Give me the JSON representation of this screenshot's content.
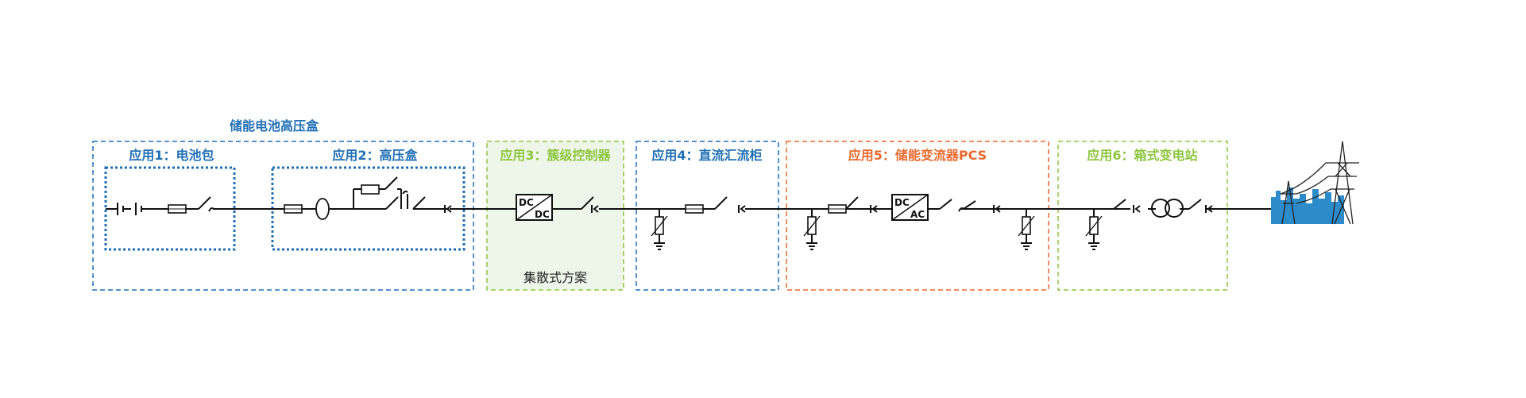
{
  "outer_group": {
    "title": "储能电池高压盒",
    "color": "#1f6fb5"
  },
  "boxes": {
    "app1": {
      "title": "应用1：电池包",
      "color": "#1f6fb5"
    },
    "app2": {
      "title": "应用2：高压盒",
      "color": "#1f6fb5"
    },
    "app3": {
      "title": "应用3：簇级控制器",
      "color": "#8dc63f",
      "subtitle": "集散式方案",
      "fill": "#eef5e9"
    },
    "app4": {
      "title": "应用4：直流汇流柜",
      "color": "#1f6fb5"
    },
    "app5": {
      "title": "应用5：储能变流器PCS",
      "color": "#e8692c"
    },
    "app6": {
      "title": "应用6：箱式变电站",
      "color": "#8dc63f"
    }
  },
  "converters": {
    "dcdc": {
      "top": "DC",
      "bottom": "DC"
    },
    "dcac": {
      "top": "DC",
      "bottom": "AC"
    }
  },
  "icons": [
    "battery-icon",
    "fuse-icon",
    "switch-icon",
    "current-sensor-icon",
    "resistor-icon",
    "connector-icon",
    "varistor-icon",
    "ground-icon",
    "transformer-icon",
    "power-tower-icon"
  ],
  "grid_icon_colors": {
    "city": "#2e8bc9",
    "tower": "#222222"
  }
}
